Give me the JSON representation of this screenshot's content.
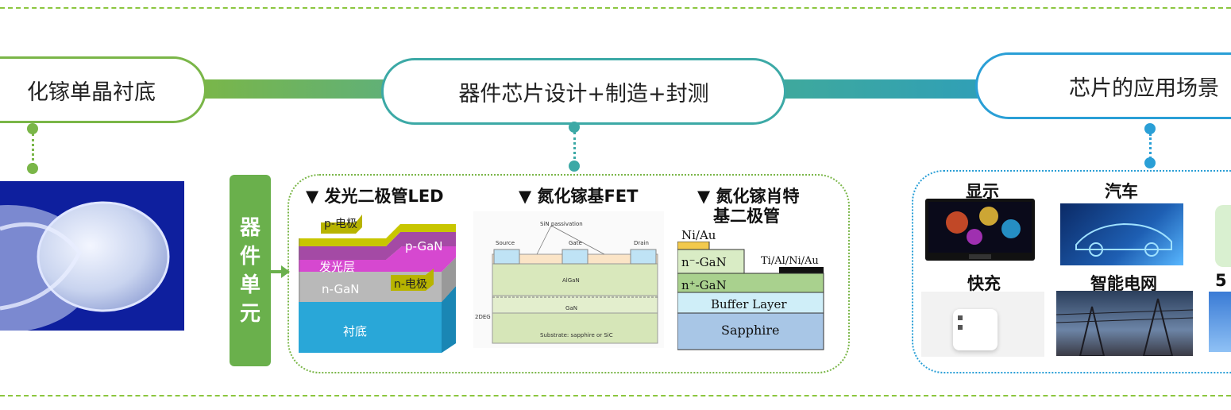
{
  "stages": {
    "substrate": "化镓单晶衬底",
    "device": "器件芯片设计+制造+封测",
    "application": "芯片的应用场景"
  },
  "device_unit_label": [
    "器",
    "件",
    "单",
    "元"
  ],
  "devices": {
    "led": {
      "title": "▼ 发光二极管LED",
      "layers": {
        "p_electrode": "p-电极",
        "p_gan": "p-GaN",
        "emitting": "发光层",
        "n_gan": "n-GaN",
        "n_electrode": "n-电极",
        "substrate": "衬底"
      }
    },
    "fet": {
      "title": "▼ 氮化镓基FET",
      "labels": {
        "passivation": "SiN passivation",
        "source": "Source",
        "gate": "Gate",
        "drain": "Drain",
        "algan": "AlGaN",
        "gan": "GaN",
        "twodeg": "2DEG",
        "substrate": "Substrate: sapphire or SiC"
      }
    },
    "schottky": {
      "title_line1": "▼ 氮化镓肖特",
      "title_line2": "基二极管",
      "labels": {
        "ni_au": "Ni/Au",
        "n_minus": "n⁻-GaN",
        "ohmic": "Ti/Al/Ni/Au",
        "n_plus": "n⁺-GaN",
        "buffer": "Buffer Layer",
        "sapphire": "Sapphire"
      }
    }
  },
  "applications": {
    "display": "显示",
    "automotive": "汽车",
    "fast_charge": "快充",
    "smart_grid": "智能电网",
    "fifth": "5"
  },
  "colors": {
    "green": "#8cc63f",
    "green_dark": "#6ab04c",
    "teal": "#3aa7a3",
    "blue": "#2a9fd6"
  }
}
